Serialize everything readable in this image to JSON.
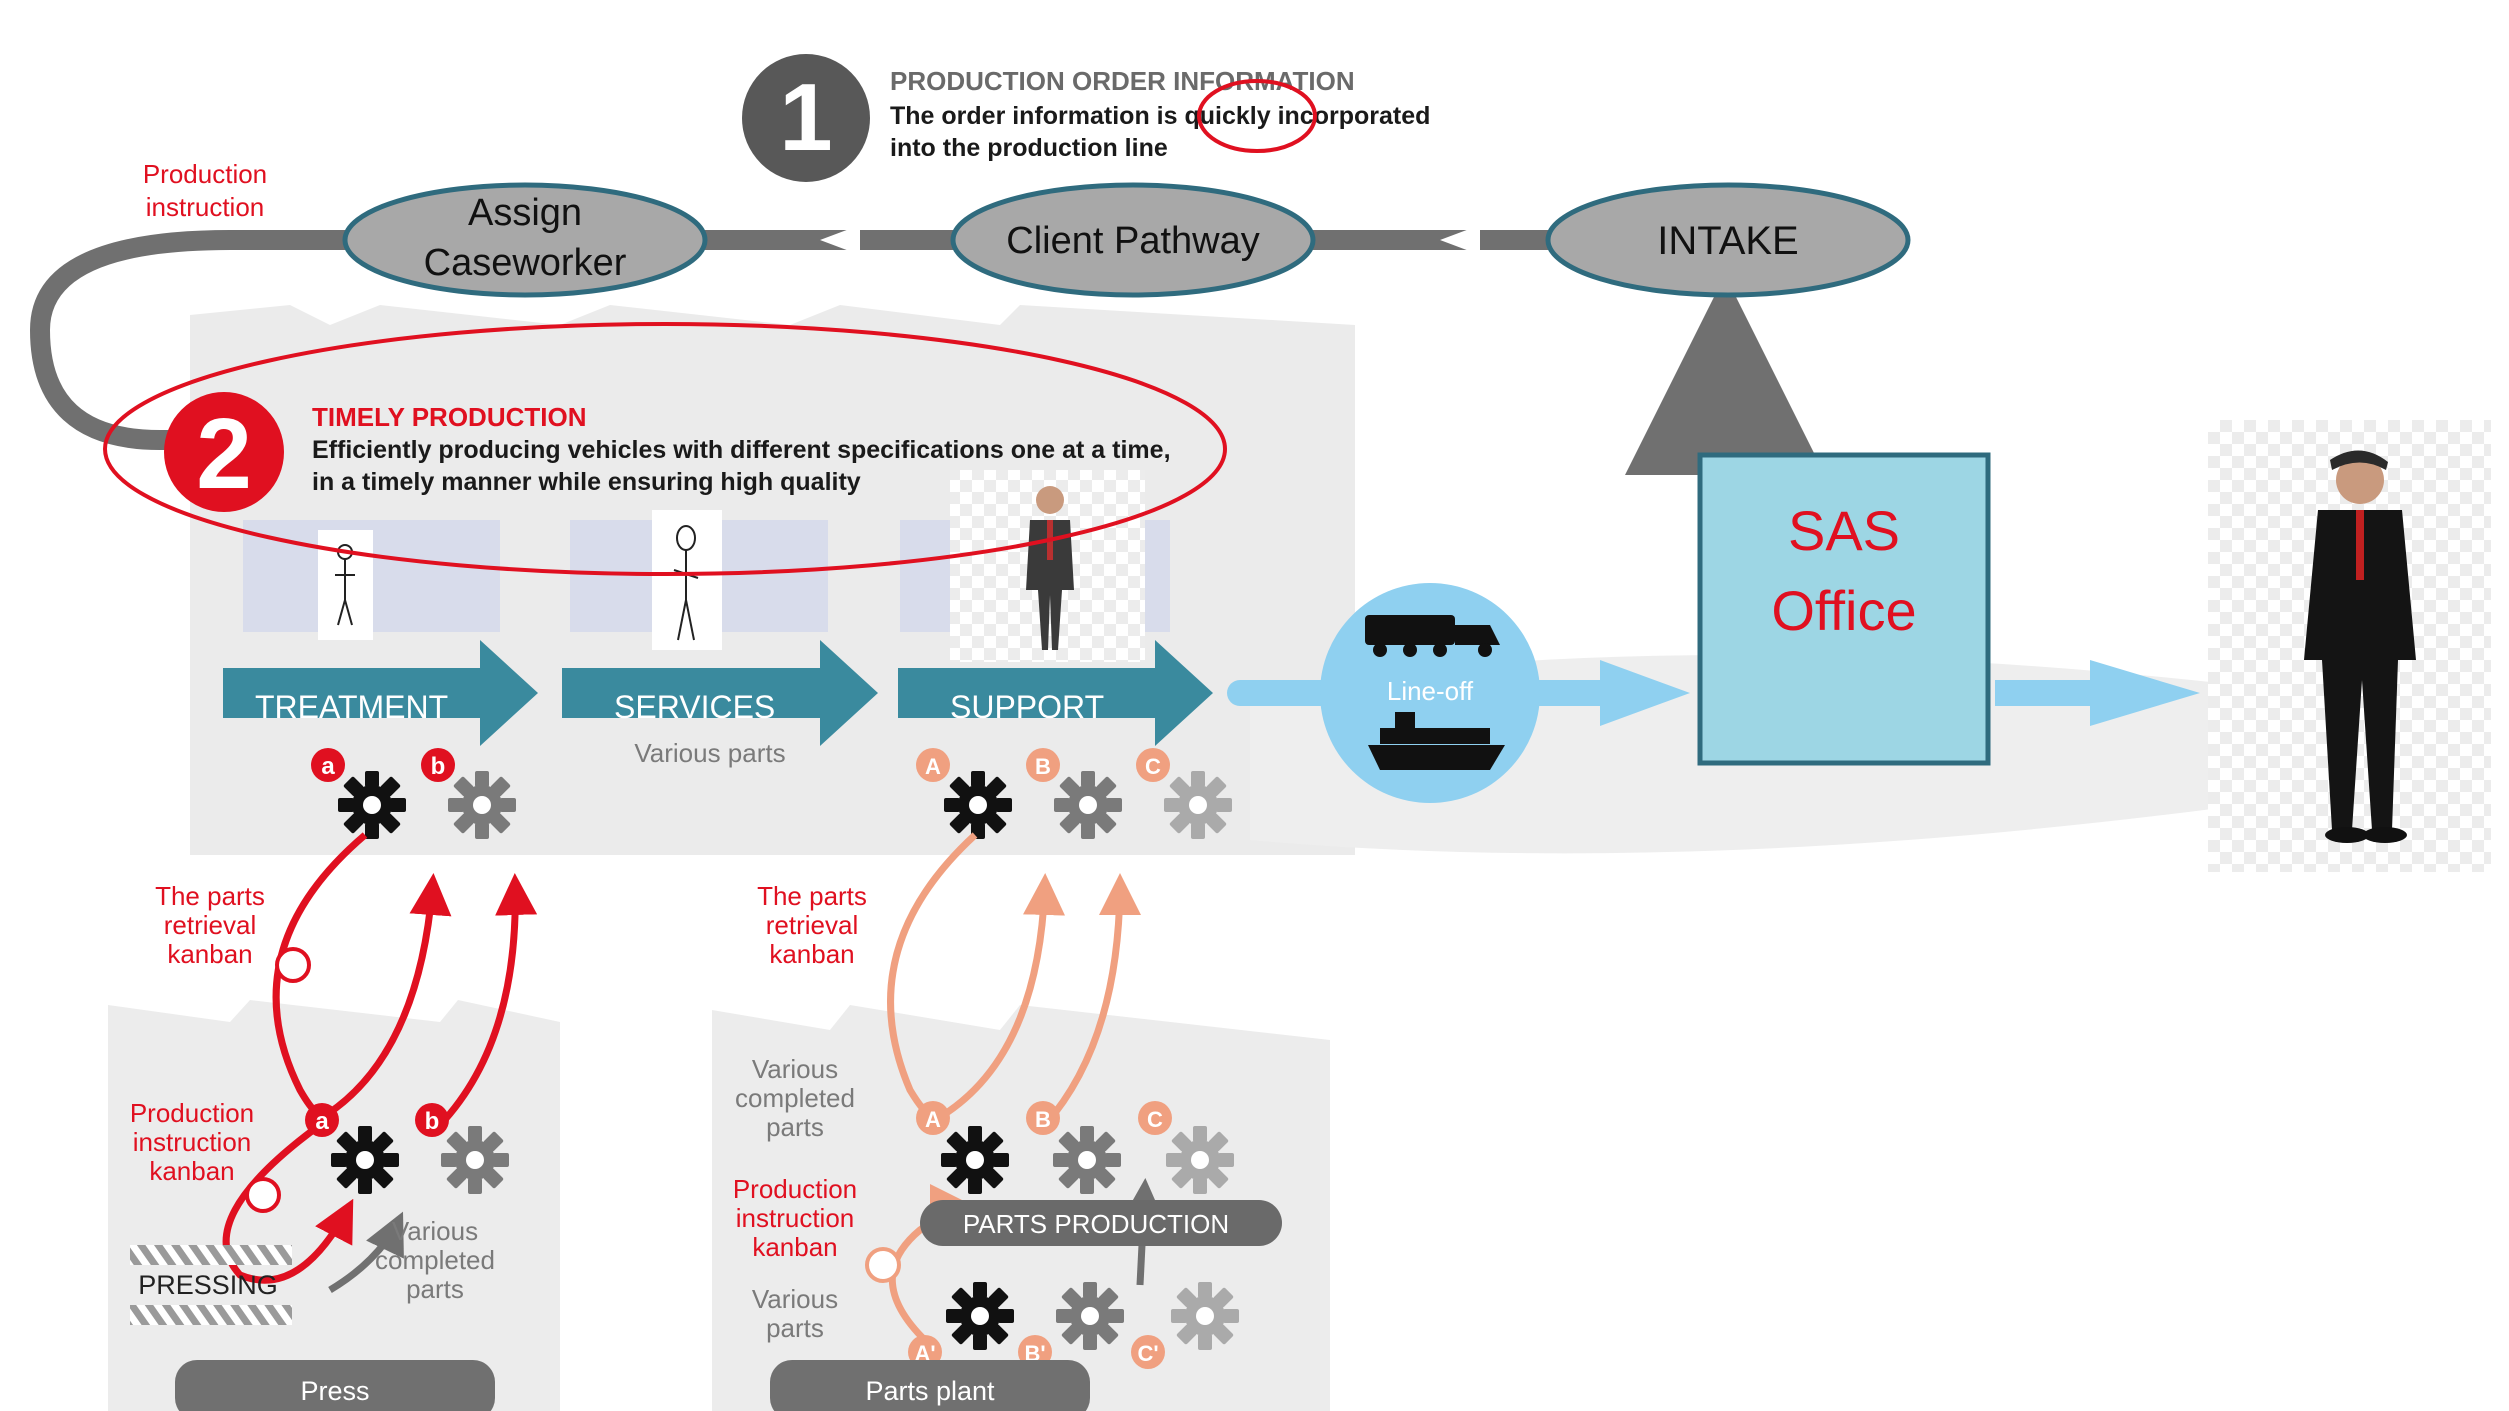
{
  "header": {
    "step1_number": "1",
    "step1_title": "PRODUCTION ORDER INFORMATION",
    "step1_line1_a": "The order information is ",
    "step1_line1_b": "quickly",
    "step1_line1_c": " incorporated",
    "step1_line2": "into the production line"
  },
  "top_flow": {
    "production_instruction_1": "Production",
    "production_instruction_2": "instruction",
    "node_assign_1": "Assign",
    "node_assign_2": "Caseworker",
    "node_client": "Client Pathway",
    "node_intake": "INTAKE"
  },
  "step2": {
    "number": "2",
    "title": "TIMELY PRODUCTION",
    "line1": "Efficiently producing vehicles with different specifications one at a time,",
    "line2": "in a timely manner while ensuring high quality"
  },
  "stages": {
    "treatment": "TREATMENT",
    "services": "SERVICES",
    "support": "SUPPORT",
    "various_parts": "Various parts",
    "line_off": "Line-off"
  },
  "sas": {
    "line1": "SAS",
    "line2": "Office"
  },
  "gear_labels": {
    "a": "a",
    "b": "b",
    "A": "A",
    "B": "B",
    "C": "C",
    "A2": "A'",
    "B2": "B'",
    "C2": "C'"
  },
  "press_area": {
    "retrieval_1": "The parts",
    "retrieval_2": "retrieval",
    "retrieval_3": "kanban",
    "prod_instr_1": "Production",
    "prod_instr_2": "instruction",
    "prod_instr_3": "kanban",
    "pressing": "PRESSING",
    "completed_1": "Various",
    "completed_2": "completed",
    "completed_3": "parts",
    "footer": "Press"
  },
  "parts_area": {
    "retrieval_1": "The parts",
    "retrieval_2": "retrieval",
    "retrieval_3": "kanban",
    "completed_1": "Various",
    "completed_2": "completed",
    "completed_3": "parts",
    "prod_instr_1": "Production",
    "prod_instr_2": "instruction",
    "prod_instr_3": "kanban",
    "various_1": "Various",
    "various_2": "parts",
    "parts_production": "PARTS PRODUCTION",
    "footer": "Parts plant"
  },
  "colors": {
    "accent_red": "#e01020",
    "arrow_teal": "#3a8a9e",
    "light_blue": "#8fd0f0",
    "node_gray": "#a8a8a8",
    "sas_fill": "#9dd6e4",
    "salmon": "#f0a080"
  }
}
